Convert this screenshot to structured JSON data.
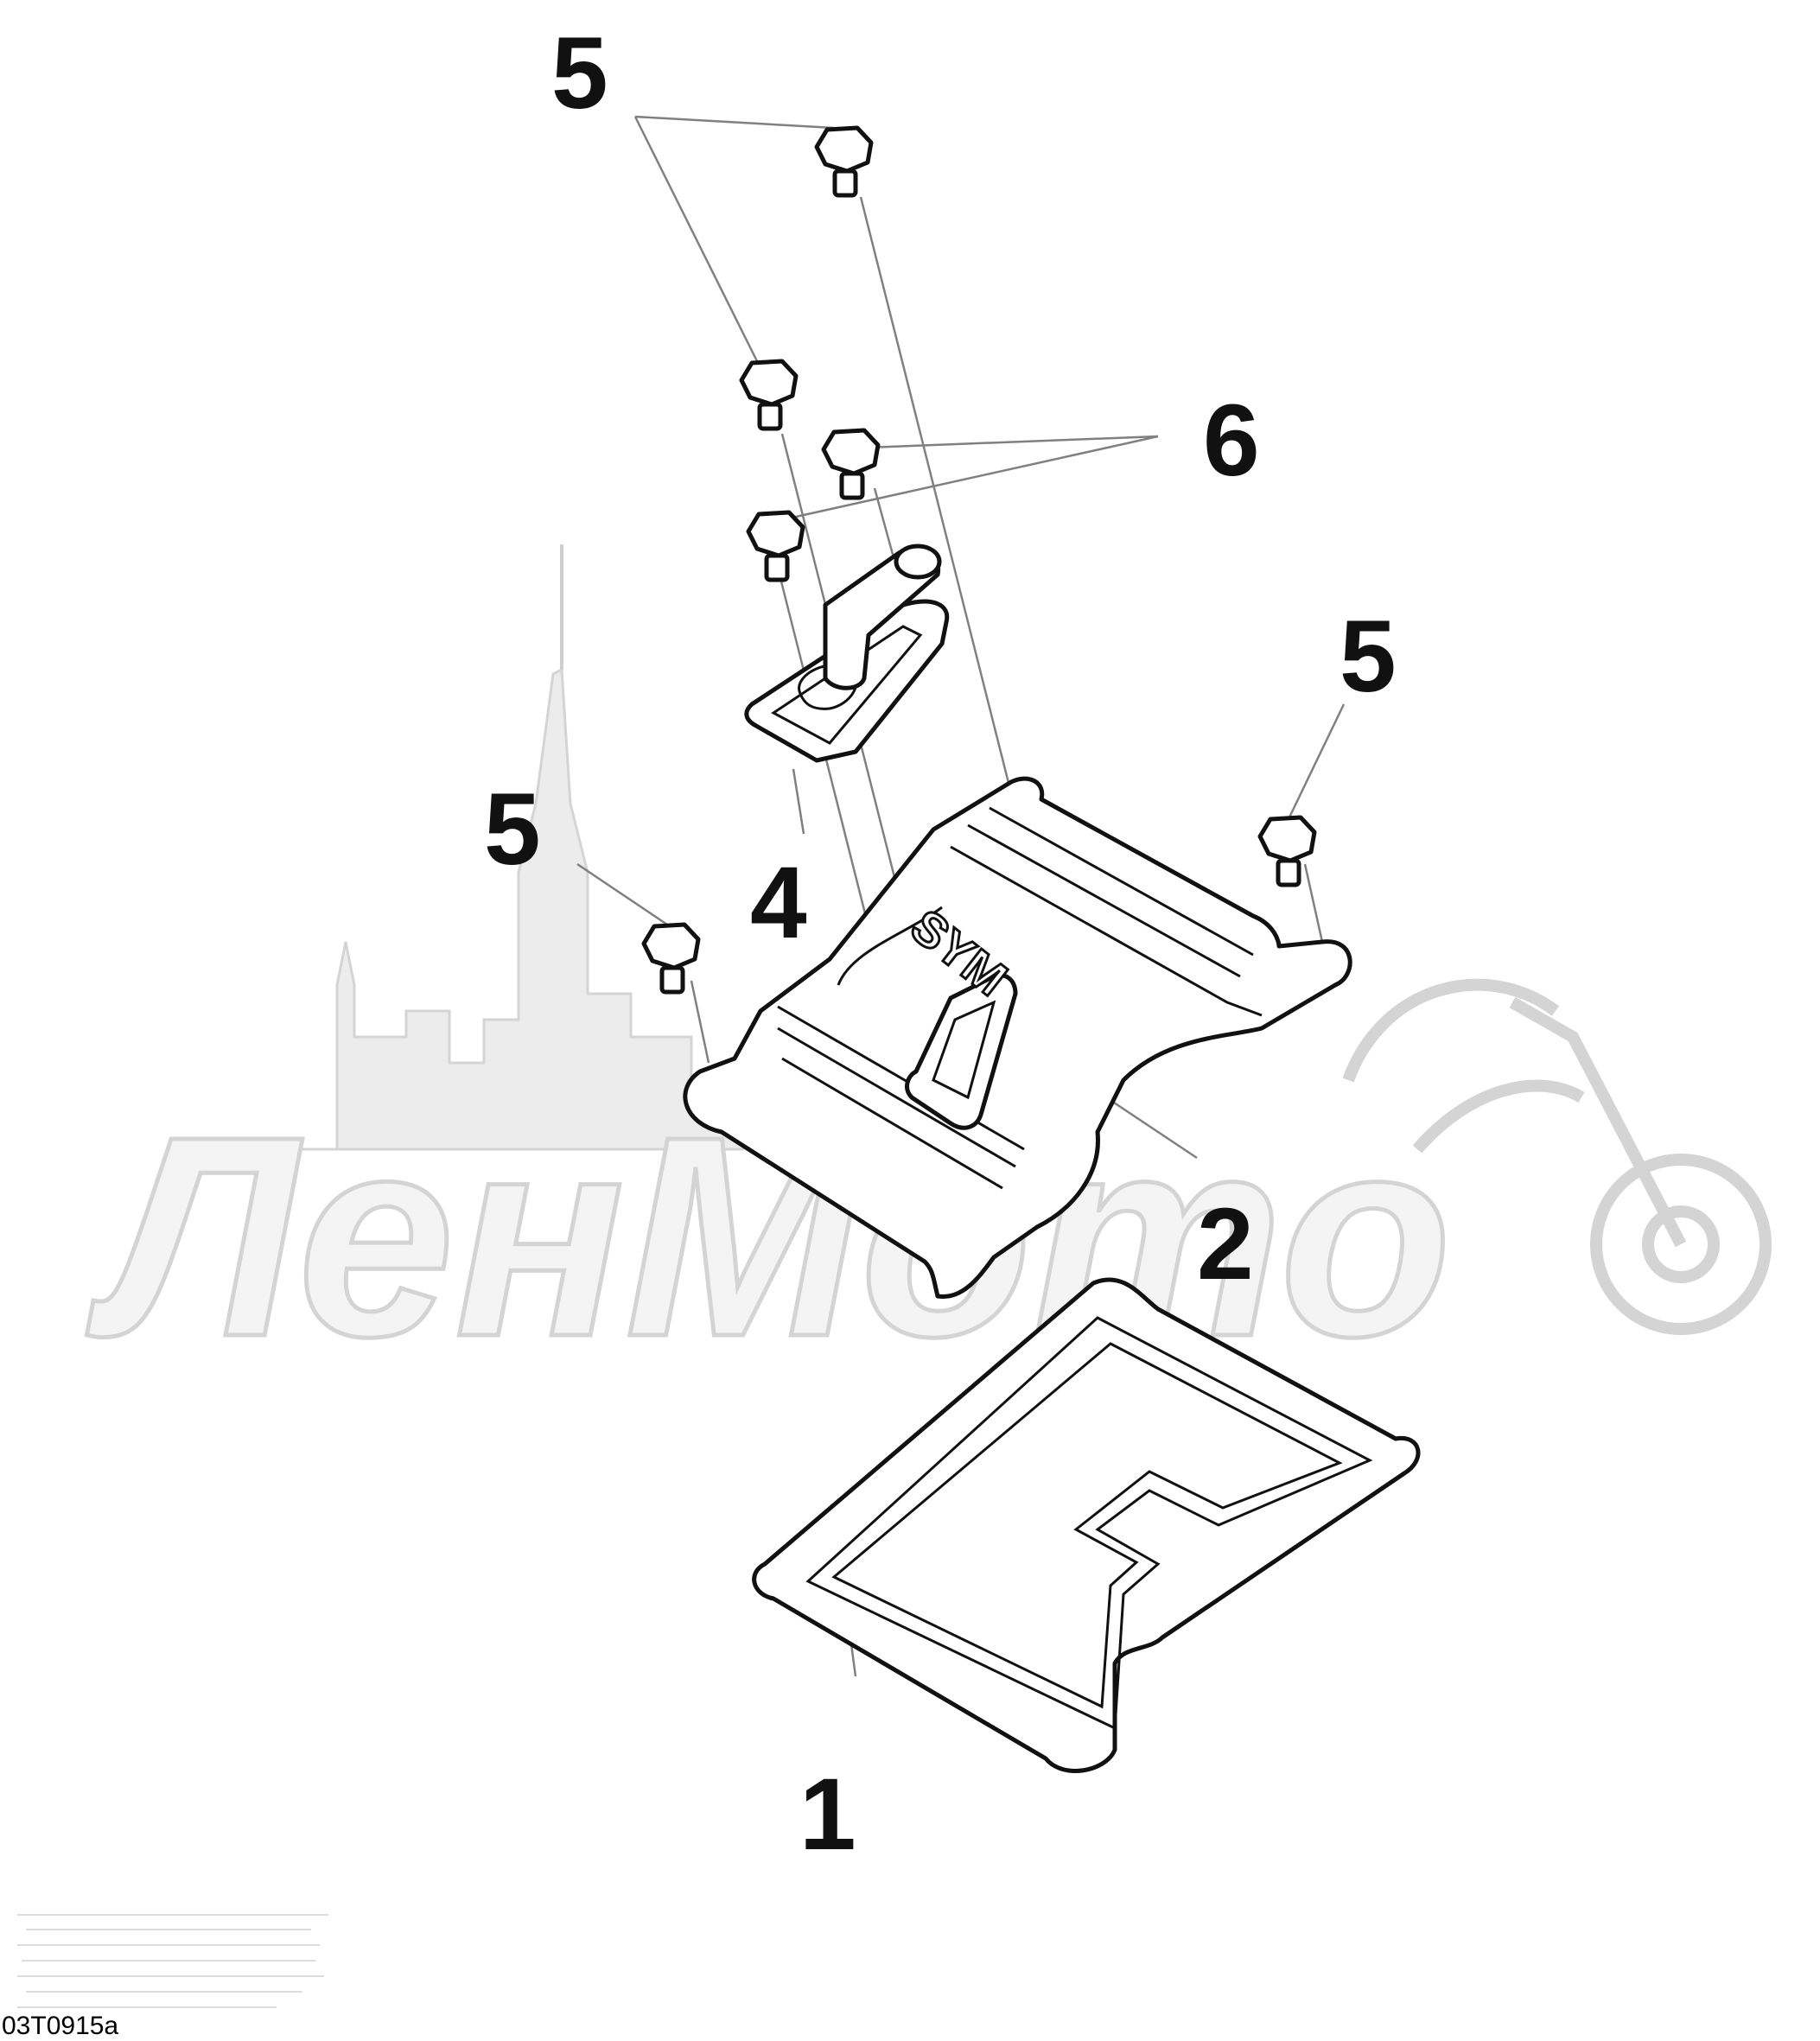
{
  "diagram": {
    "callouts": {
      "c1": "1",
      "c2": "2",
      "c4": "4",
      "c5_top": "5",
      "c5_right": "5",
      "c5_left": "5",
      "c6": "6"
    },
    "cover_logo": "SYM",
    "watermark_text": "ЛенМото",
    "drawing_code": "03T0915a",
    "colors": {
      "line": "#111111",
      "leader": "#808080",
      "watermark": "#d4d4d4"
    }
  }
}
